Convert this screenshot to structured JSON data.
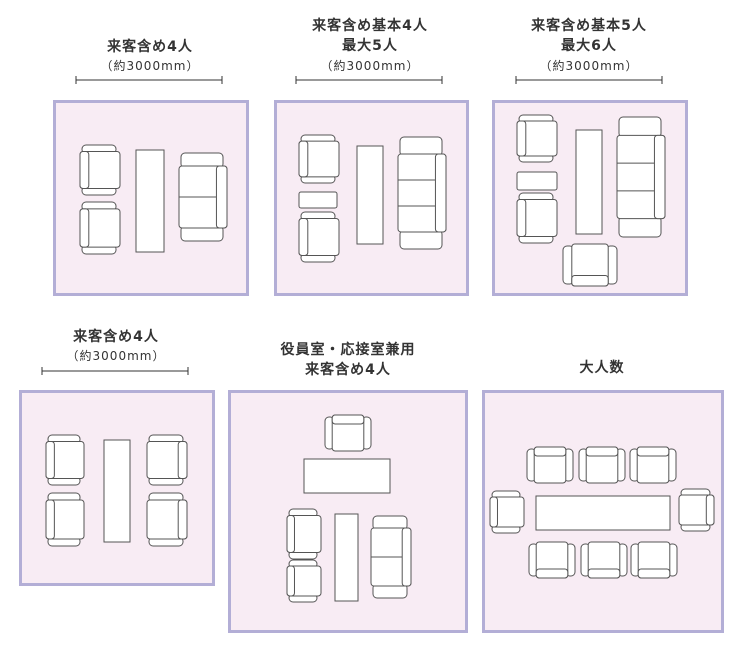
{
  "colors": {
    "panel_fill": "#f8ecf4",
    "panel_border": "#b3aed6",
    "line": "#555555"
  },
  "layouts": [
    {
      "title": [
        "来客含め4人"
      ],
      "dimension": "（約3000mm）"
    },
    {
      "title": [
        "来客含め基本4人",
        "最大5人"
      ],
      "dimension": "（約3000mm）"
    },
    {
      "title": [
        "来客含め基本5人",
        "最大6人"
      ],
      "dimension": "（約3000mm）"
    },
    {
      "title": [
        "来客含め4人"
      ],
      "dimension": "（約3000mm）"
    },
    {
      "title": [
        "役員室・応接室兼用",
        "来客含め4人"
      ]
    },
    {
      "title": [
        "大人数"
      ]
    }
  ]
}
